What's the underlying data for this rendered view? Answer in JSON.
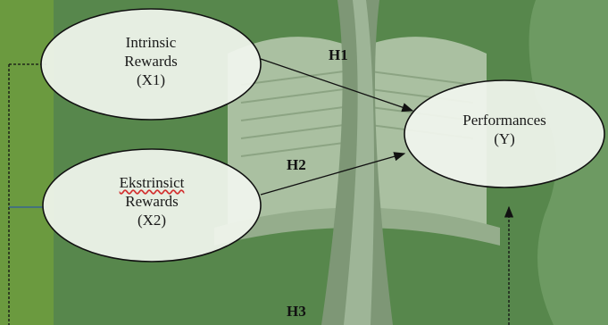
{
  "nodes": {
    "x1": {
      "line1": "Intrinsic",
      "line2": "Rewards",
      "line3": "(X1)"
    },
    "x2": {
      "line1": "Ekstrinsict",
      "line2": "Rewards",
      "line3": "(X2)"
    },
    "y": {
      "line1": "Performances",
      "line2": "(Y)"
    }
  },
  "hypotheses": {
    "h1": "H1",
    "h2": "H2",
    "h3": "H3"
  },
  "colors": {
    "background": "#57874c",
    "ellipse_fill": "#f2f6ef",
    "stroke": "#111111",
    "spellcheck_underline": "#d23030",
    "side_line": "#2f5aa0"
  }
}
